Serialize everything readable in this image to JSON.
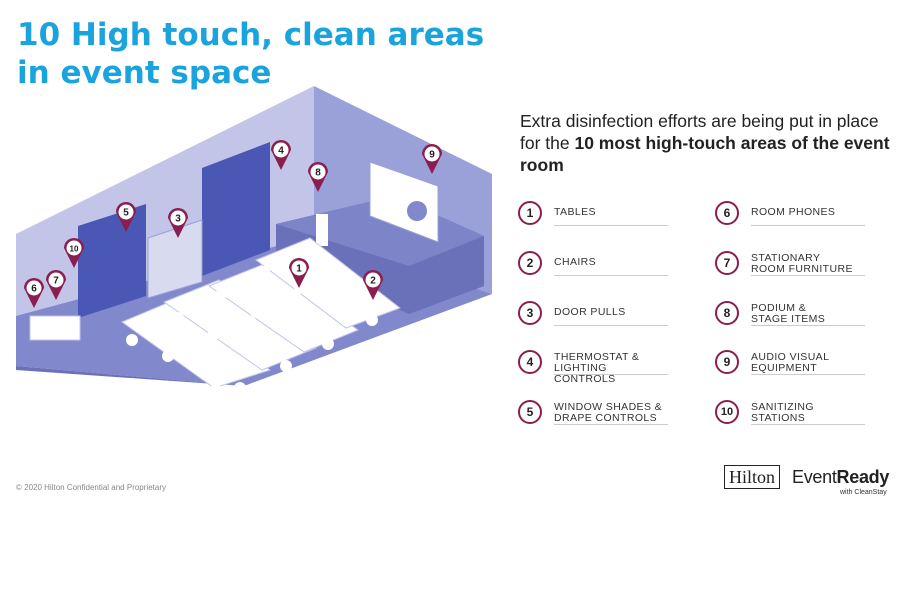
{
  "title": {
    "line1": "10 High touch, clean areas",
    "line2": "in event space"
  },
  "intro": {
    "text": "Extra disinfection efforts are being put in place for the ",
    "bold": "10 most high-touch areas of the event room"
  },
  "items": [
    {
      "num": "1",
      "label_lines": [
        "TABLES"
      ]
    },
    {
      "num": "2",
      "label_lines": [
        "CHAIRS"
      ]
    },
    {
      "num": "3",
      "label_lines": [
        "DOOR PULLS"
      ]
    },
    {
      "num": "4",
      "label_lines": [
        "THERMOSTAT &",
        "LIGHTING CONTROLS"
      ]
    },
    {
      "num": "5",
      "label_lines": [
        "WINDOW SHADES &",
        "DRAPE CONTROLS"
      ]
    },
    {
      "num": "6",
      "label_lines": [
        "ROOM PHONES"
      ]
    },
    {
      "num": "7",
      "label_lines": [
        "STATIONARY",
        "ROOM FURNITURE"
      ]
    },
    {
      "num": "8",
      "label_lines": [
        "PODIUM &",
        "STAGE ITEMS"
      ]
    },
    {
      "num": "9",
      "label_lines": [
        "AUDIO VISUAL",
        "EQUIPMENT"
      ]
    },
    {
      "num": "10",
      "label_lines": [
        "SANITIZING",
        "STATIONS"
      ]
    }
  ],
  "footer": "© 2020 Hilton Confidential and Proprietary",
  "logo": {
    "hilton": "Hilton",
    "event": "Event",
    "ready": "Ready",
    "cleanstay": "with CleanStay"
  },
  "pins": [
    "1",
    "2",
    "3",
    "4",
    "5",
    "6",
    "7",
    "8",
    "9",
    "10"
  ],
  "colors": {
    "title": "#1aa3dc",
    "badge_border": "#8a1e4e",
    "pin": "#8a1e4e",
    "floor": "#8188cc",
    "wall": "#c2c5e8",
    "drape": "#4a57b5"
  }
}
